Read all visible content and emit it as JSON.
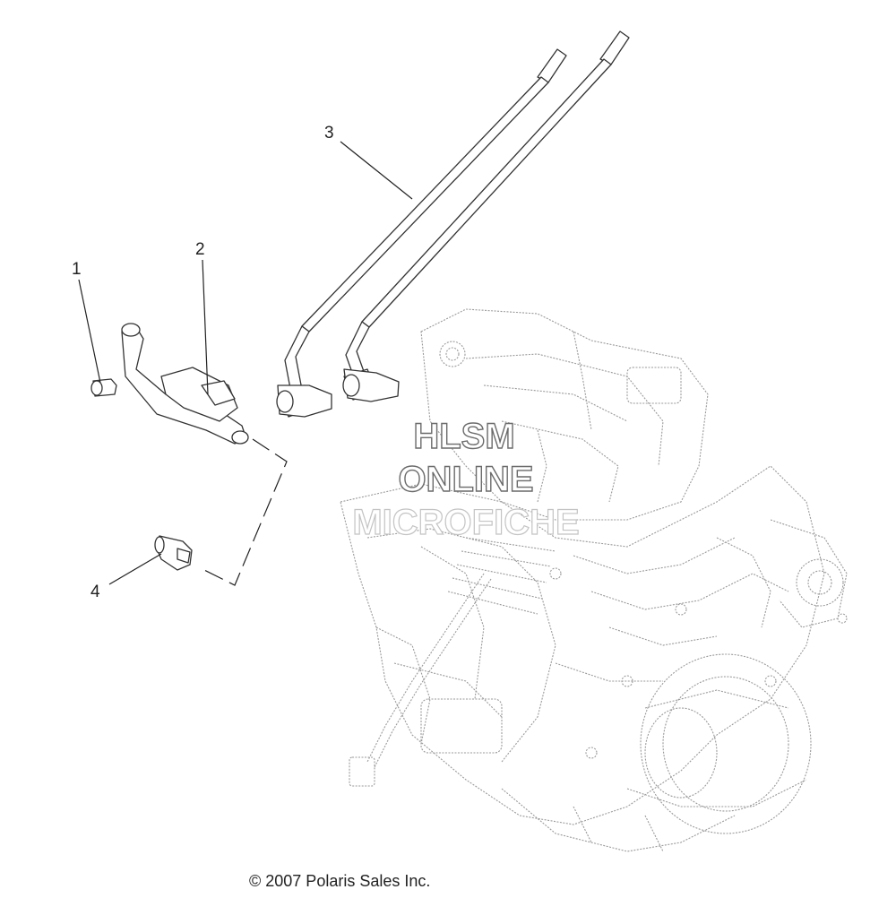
{
  "diagram": {
    "callouts": [
      {
        "number": "1",
        "part_icon": "fuel-fitting-icon"
      },
      {
        "number": "2",
        "part_icon": "fuel-rail-icon"
      },
      {
        "number": "3",
        "part_icon": "fuel-hose-icon"
      },
      {
        "number": "4",
        "part_icon": "connector-icon"
      }
    ],
    "watermark": {
      "line1": "HLSM",
      "line2": "ONLINE",
      "line3": "MICROFICHE"
    },
    "copyright": "© 2007 Polaris Sales Inc."
  }
}
